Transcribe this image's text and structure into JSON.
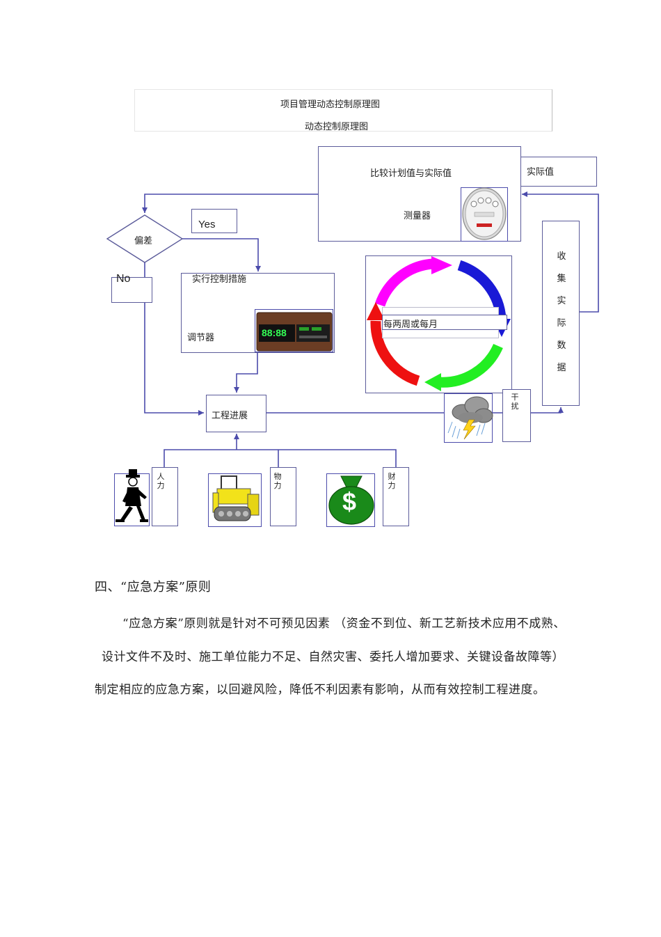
{
  "diagram": {
    "caption_title": "项目管理动态控制原理图",
    "caption_subtitle": "动态控制原理图",
    "compare_box": "比较计划值与实际值",
    "meter_label": "测量器",
    "actual_value": "实际值",
    "deviation": "偏差",
    "yes": "Yes",
    "no": "No",
    "control_measures": "实行控制措施",
    "regulator": "调节器",
    "cycle_label": "每两周或每月",
    "progress": "工程进展",
    "collect_chars": [
      "收",
      "集",
      "实",
      "际",
      "数",
      "据"
    ],
    "interference_chars": [
      "干",
      "扰"
    ],
    "manpower_chars": [
      "人",
      "力"
    ],
    "material_chars": [
      "物",
      "力"
    ],
    "finance_chars": [
      "财",
      "力"
    ],
    "clock_display": "88:88",
    "money_symbol": "$"
  },
  "section": {
    "heading": "四、“应急方案”原则",
    "line1": "“应急方案”原则就是针对不可预见因素  （资金不到位、新工艺新技术应用不成熟、",
    "line2": "设计文件不及时、施工单位能力不足、自然灾害、委托人增加要求、关键设备故障等）",
    "line3": "制定相应的应急方案，以回避风险，降低不利因素有影响，从而有效控制工程进度。"
  },
  "colors": {
    "line": "#4b4bab",
    "arrow_magenta": "#ff00ff",
    "arrow_blue": "#1a1ad6",
    "arrow_green": "#22ee22",
    "arrow_red": "#ee1111",
    "money_green": "#1a8a1a"
  }
}
